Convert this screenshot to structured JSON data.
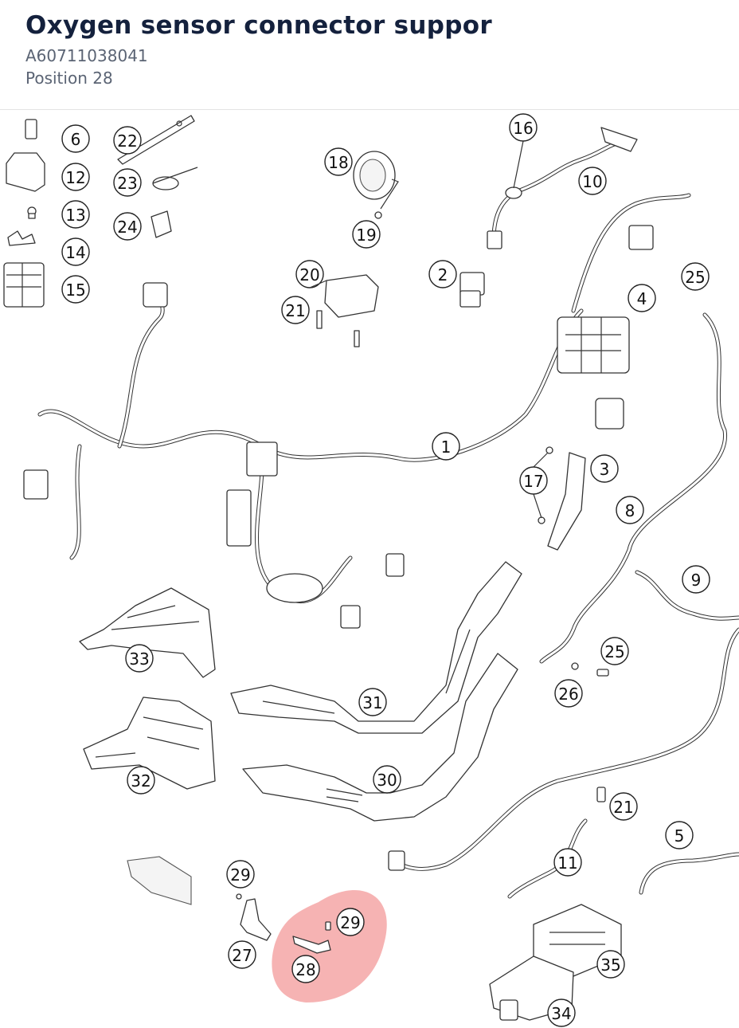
{
  "header": {
    "title": "Oxygen sensor connector suppor",
    "part_number": "A60711038041",
    "position": "Position 28"
  },
  "highlight": {
    "color": "#f08080",
    "position_number": "28"
  },
  "callouts": [
    {
      "id": "c6",
      "label": "6"
    },
    {
      "id": "c12",
      "label": "12"
    },
    {
      "id": "c13",
      "label": "13"
    },
    {
      "id": "c14",
      "label": "14"
    },
    {
      "id": "c15",
      "label": "15"
    },
    {
      "id": "c22",
      "label": "22"
    },
    {
      "id": "c23",
      "label": "23"
    },
    {
      "id": "c24",
      "label": "24"
    },
    {
      "id": "c18",
      "label": "18"
    },
    {
      "id": "c19",
      "label": "19"
    },
    {
      "id": "c20",
      "label": "20"
    },
    {
      "id": "c21a",
      "label": "21"
    },
    {
      "id": "c2",
      "label": "2"
    },
    {
      "id": "c16",
      "label": "16"
    },
    {
      "id": "c10",
      "label": "10"
    },
    {
      "id": "c25a",
      "label": "25"
    },
    {
      "id": "c4",
      "label": "4"
    },
    {
      "id": "c1",
      "label": "1"
    },
    {
      "id": "c3",
      "label": "3"
    },
    {
      "id": "c17",
      "label": "17"
    },
    {
      "id": "c8",
      "label": "8"
    },
    {
      "id": "c9",
      "label": "9"
    },
    {
      "id": "c33",
      "label": "33"
    },
    {
      "id": "c25b",
      "label": "25"
    },
    {
      "id": "c26",
      "label": "26"
    },
    {
      "id": "c31",
      "label": "31"
    },
    {
      "id": "c32",
      "label": "32"
    },
    {
      "id": "c30",
      "label": "30"
    },
    {
      "id": "c21b",
      "label": "21"
    },
    {
      "id": "c5",
      "label": "5"
    },
    {
      "id": "c29a",
      "label": "29"
    },
    {
      "id": "c11",
      "label": "11"
    },
    {
      "id": "c29b",
      "label": "29"
    },
    {
      "id": "c27",
      "label": "27"
    },
    {
      "id": "c28",
      "label": "28"
    },
    {
      "id": "c35",
      "label": "35"
    },
    {
      "id": "c34",
      "label": "34"
    }
  ]
}
